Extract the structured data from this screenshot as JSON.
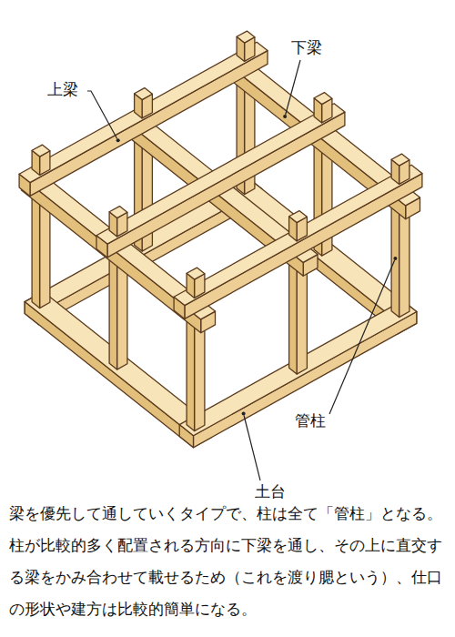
{
  "diagram": {
    "caption": "梁を優先して通していくタイプで、柱は全て「管柱」となる。柱が比較的多く配置される方向に下梁を通し、その上に直交する梁をかみ合わせて載せるため（これを渡り腮という）、仕口の形状や建方は比較的簡単になる。",
    "labels": [
      "上梁",
      "下梁",
      "管柱",
      "土台"
    ]
  }
}
